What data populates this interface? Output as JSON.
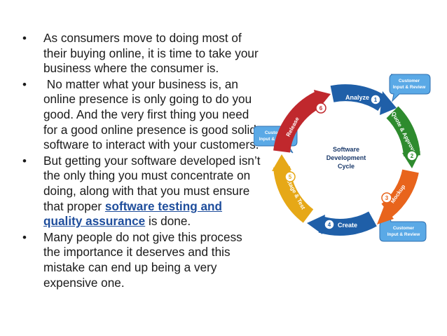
{
  "bullets": [
    {
      "text": "As consumers move to doing most of their buying online, it is time to take your business where the consumer is."
    },
    {
      "text": " No matter what your business is, an online presence is only going to do you good. And the very first thing you need for a good online presence is good solid software to interact with your customers."
    },
    {
      "before": "But getting your software developed isn’t the only thing you must concentrate on doing, along with that you must ensure that proper ",
      "link": "software testing and quality assurance",
      "after": " is done."
    },
    {
      "text": "Many people do not give this process the importance it deserves and this mistake can end up being a very expensive one."
    }
  ],
  "diagram": {
    "center_line1": "Software",
    "center_line2": "Development",
    "center_line3": "Cycle",
    "stages": [
      {
        "num": "1",
        "label": "Analyze",
        "color": "#1f5fa8"
      },
      {
        "num": "2",
        "label": "Quote & Approve",
        "color": "#2e8b2e"
      },
      {
        "num": "3",
        "label": "Mockup",
        "color": "#e8641c"
      },
      {
        "num": "4",
        "label": "Create",
        "color": "#1f5fa8"
      },
      {
        "num": "5",
        "label": "Stage & Test",
        "color": "#e6a817"
      },
      {
        "num": "6",
        "label": "Release",
        "color": "#c0282d"
      }
    ],
    "review_top": [
      "Customer",
      "Input & Review"
    ],
    "review_left": [
      "Customer",
      "Input & Review"
    ],
    "review_bottom": [
      "Customer",
      "Input & Review"
    ],
    "colors": {
      "link": "#1f4e9c",
      "bubble": "#5aa9e6"
    }
  }
}
